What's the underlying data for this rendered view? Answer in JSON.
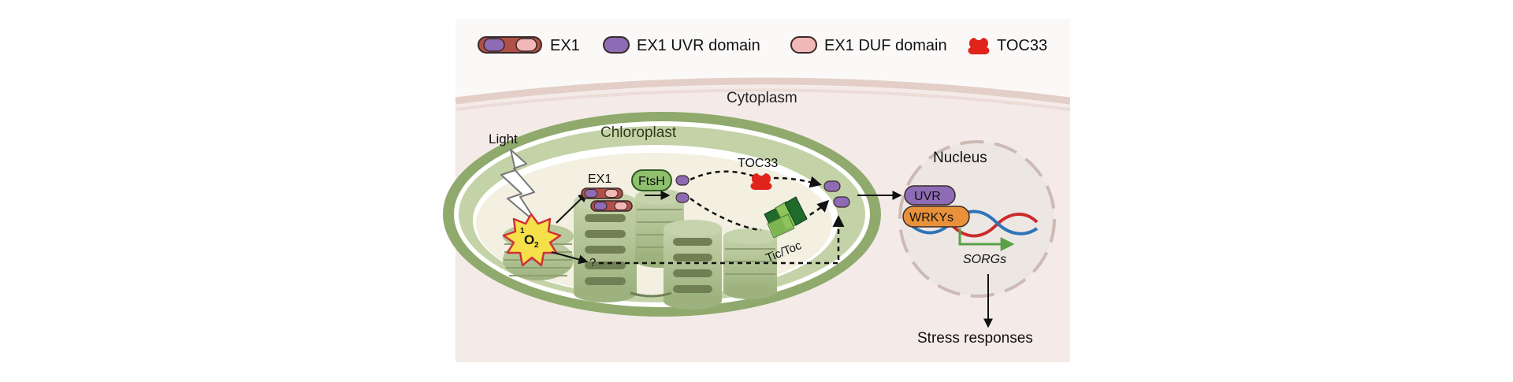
{
  "legend": {
    "ex1": "EX1",
    "uvr": "EX1 UVR domain",
    "duf": "EX1 DUF domain",
    "toc33": "TOC33"
  },
  "labels": {
    "cytoplasm": "Cytoplasm",
    "chloroplast": "Chloroplast",
    "light": "Light",
    "singlet_oxygen_sup": "1",
    "singlet_oxygen": "O",
    "singlet_oxygen_sub": "2",
    "ex1": "EX1",
    "ftsh": "FtsH",
    "toc33": "TOC33",
    "tic_toc": "Tic/Toc",
    "question": "?",
    "nucleus": "Nucleus",
    "uvr": "UVR",
    "wrkys": "WRKYs",
    "sorgs": "SORGs",
    "stress": "Stress responses"
  },
  "colors": {
    "uvr_purple": "#8e6bb5",
    "duf_pink": "#f2b7b7",
    "ex1_red": "#b05046",
    "toc33_red": "#e0241c",
    "wrkys_orange": "#e8913a",
    "chloroplast_green": "#8faa6c",
    "grana_green": "#aabd8e",
    "dna_red": "#cc2b2b",
    "dna_blue": "#2f74b8",
    "arrow_green": "#5aa048",
    "tictoc_dark": "#1f6b2a",
    "tictoc_light": "#8dc45b"
  }
}
